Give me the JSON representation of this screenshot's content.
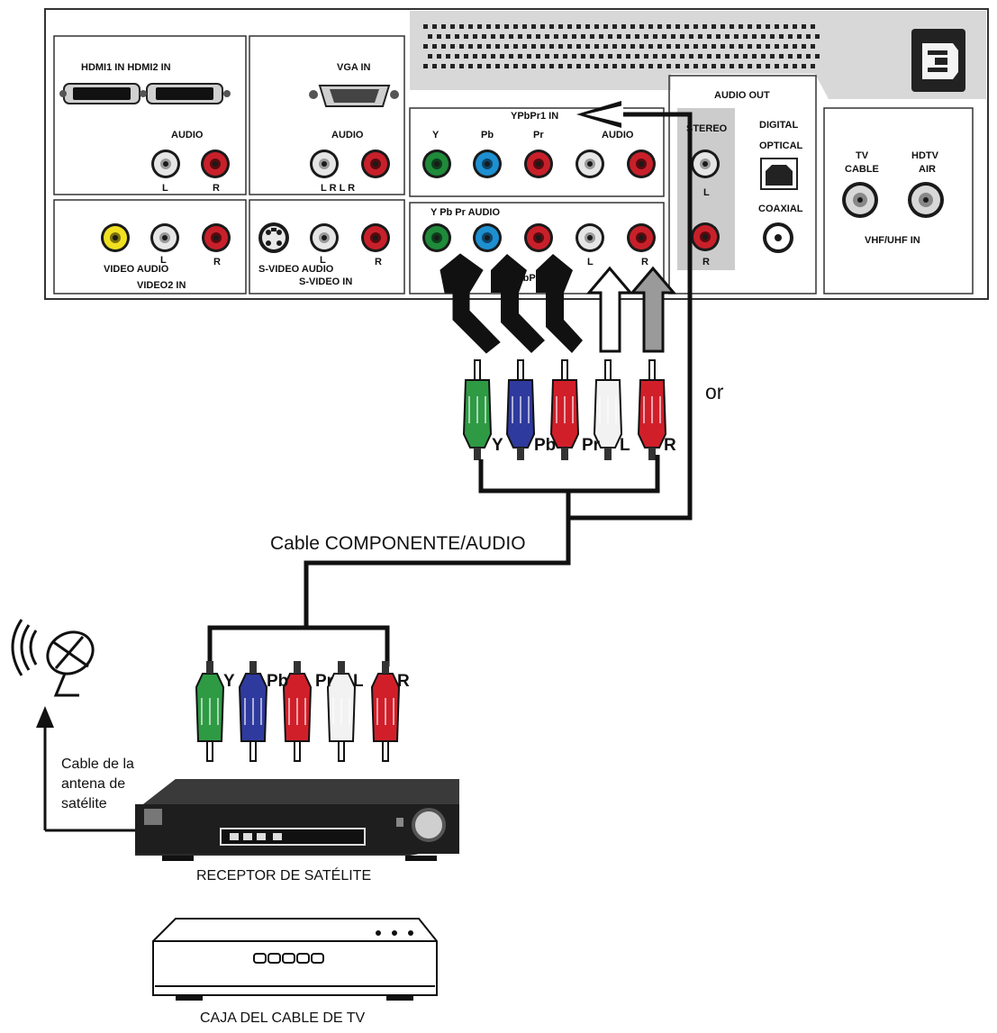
{
  "panel": {
    "hdmi_label": "HDMI1 IN HDMI2 IN",
    "vga_label": "VGA IN",
    "audio_label_1": "AUDIO",
    "audio_label_2": "AUDIO",
    "l_label_1": "L",
    "r_label_1": "R",
    "lrlr_label": "L R L R",
    "ypbpr1_label": "YPbPr1 IN",
    "y_label": "Y",
    "pb_label": "Pb",
    "pr_label": "Pr",
    "audio_label_3": "AUDIO",
    "ypbpr_audio_label": "Y Pb Pr AUDIO",
    "ypbpr2_label": "YPbPr2 IN",
    "l_label_2": "L",
    "r_label_2": "R",
    "video_audio_label": "VIDEO AUDIO",
    "l_label_3": "L",
    "r_label_3": "R",
    "video2_label": "VIDEO2 IN",
    "svideo_audio_label": "S-VIDEO AUDIO",
    "l_label_4": "L",
    "r_label_4": "R",
    "svideo_in_label": "S-VIDEO IN",
    "audio_out_label": "AUDIO OUT",
    "stereo_label": "STEREO",
    "l_label_5": "L",
    "r_label_5": "R",
    "digital_label": "DIGITAL",
    "optical_label": "OPTICAL",
    "coaxial_label": "COAXIAL",
    "tv_label": "TV",
    "cable_label": "CABLE",
    "hdtv_label": "HDTV",
    "air_label": "AIR",
    "vhf_label": "VHF/UHF IN"
  },
  "cable": {
    "or_label": "or",
    "plug_y": "Y",
    "plug_pb": "Pb",
    "plug_pr": "Pr",
    "plug_l": "L",
    "plug_r": "R",
    "cable_label": "Cable COMPONENTE/AUDIO"
  },
  "receiver": {
    "plug_y": "Y",
    "plug_pb": "Pb",
    "plug_pr": "Pr",
    "plug_l": "L",
    "plug_r": "R",
    "antenna_line1": "Cable de la",
    "antenna_line2": "antena de",
    "antenna_line3": "satélite",
    "receiver_label": "RECEPTOR DE SATÉLITE",
    "cablebox_label": "CAJA DEL CABLE DE TV"
  },
  "colors": {
    "green": "#2e9a44",
    "blue": "#2f3a9e",
    "red": "#d11f2a",
    "white": "#f2f2f2",
    "panel_gray": "#d4d4d4"
  }
}
